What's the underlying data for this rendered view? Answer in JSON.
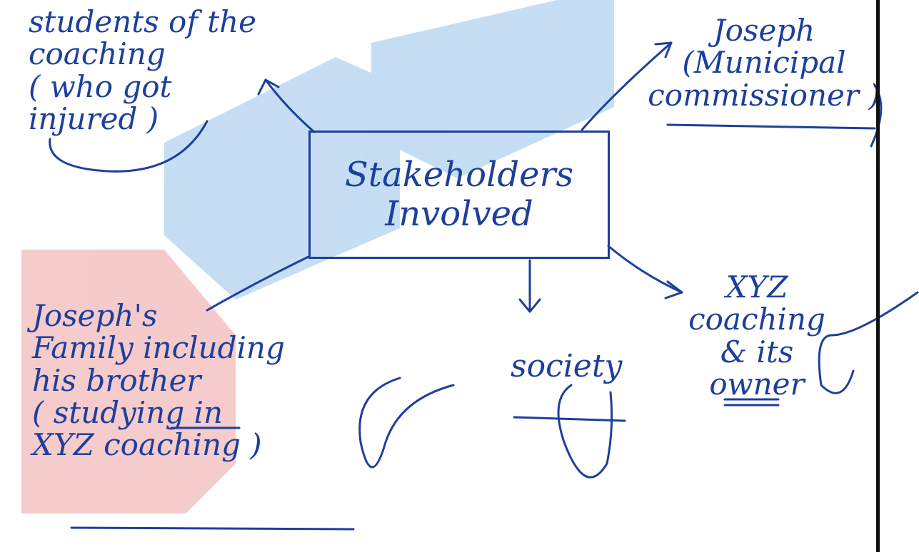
{
  "colors": {
    "ink": "#1d3f9c",
    "watermark_red": "#e98c8c",
    "watermark_blue": "#7fb5e6",
    "page_edge": "#111111"
  },
  "hub": {
    "label": "Stakeholders\nInvolved"
  },
  "stakeholders": {
    "students": "students of the\ncoaching\n( who got\ninjured )",
    "joseph": "Joseph\n(Municipal\ncommissioner )",
    "family": "Joseph's\nFamily including\nhis brother\n( studying in\nXYZ coaching )",
    "society": "society",
    "coaching": "XYZ\ncoaching\n& its\nowner"
  }
}
